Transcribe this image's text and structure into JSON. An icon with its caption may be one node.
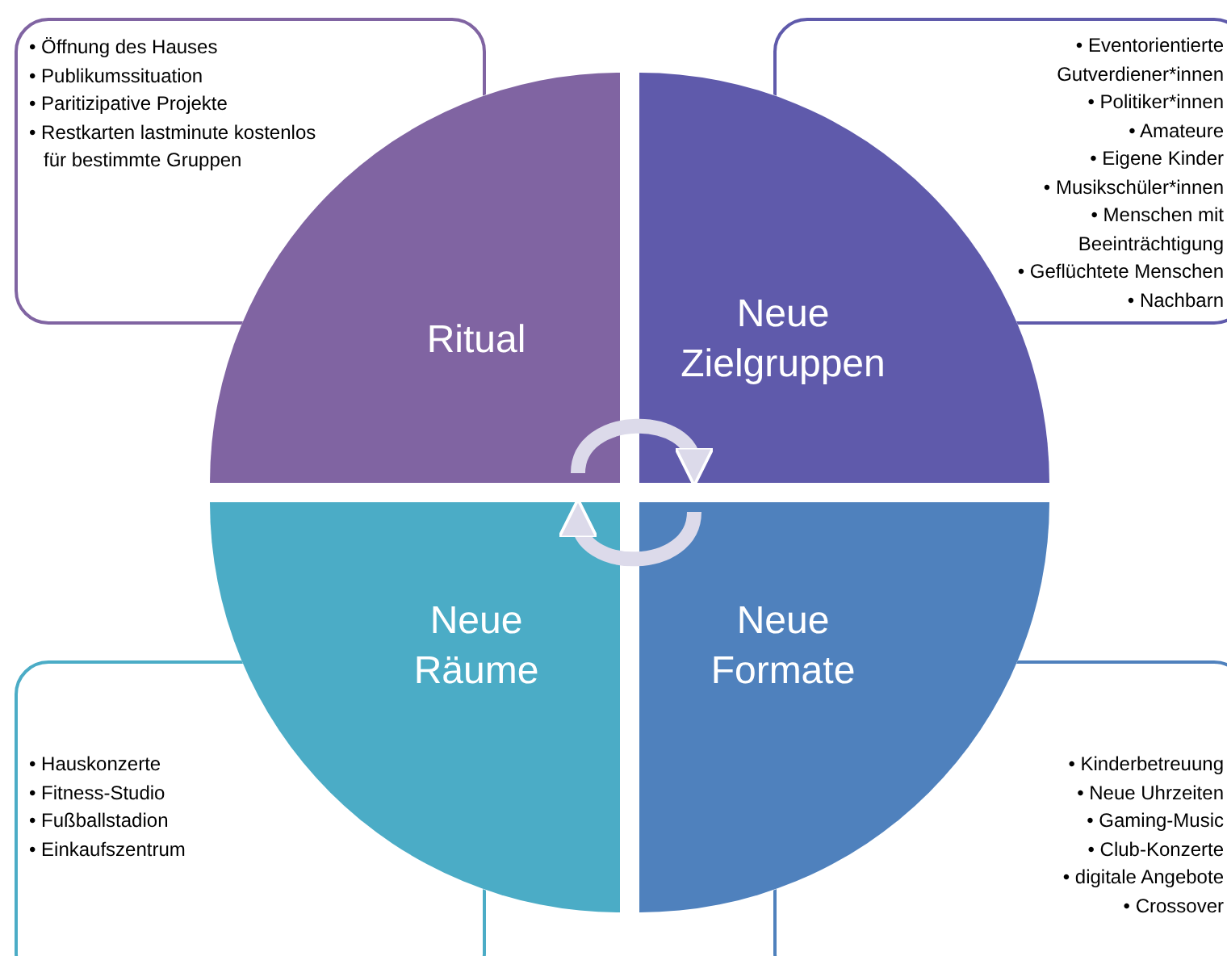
{
  "diagram": {
    "nodes": [
      {
        "text": [
          "• Öffnung des Hauses",
          "• Publikumssituation",
          "• Paritizipative Projekte",
          "• Restkarten lastminute kostenlos für bestimmte Gruppen"
        ]
      },
      {
        "text": [
          "• Eventorientierte Gutverdiener*innen",
          "• Politiker*innen",
          "• Amateure",
          "• Eigene Kinder",
          "• Musikschüler*innen",
          "• Menschen mit Beeinträchtigung",
          "• Geflüchtete Menschen",
          "• Nachbarn"
        ]
      },
      {
        "text": [
          "Ritual"
        ]
      },
      {
        "text": [
          "Neue Zielgruppen"
        ]
      },
      {
        "text": [
          "Neue Räume"
        ]
      },
      {
        "text": [
          "Neue Formate"
        ]
      },
      {
        "text": [
          "• Hauskonzerte",
          "• Fitness-Studio",
          "• Fußballstadion",
          "• Einkaufszentrum"
        ]
      },
      {
        "text": [
          "• Kinderbetreuung",
          "• Neue Uhrzeiten",
          "• Gaming-Music",
          "• Club-Konzerte",
          "• digitale Angebote",
          "• Crossover"
        ]
      }
    ],
    "edges": [
      {
        "from": 2,
        "to": 3,
        "arrow": "to"
      },
      {
        "from": 5,
        "to": 4,
        "arrow": "to"
      }
    ]
  }
}
